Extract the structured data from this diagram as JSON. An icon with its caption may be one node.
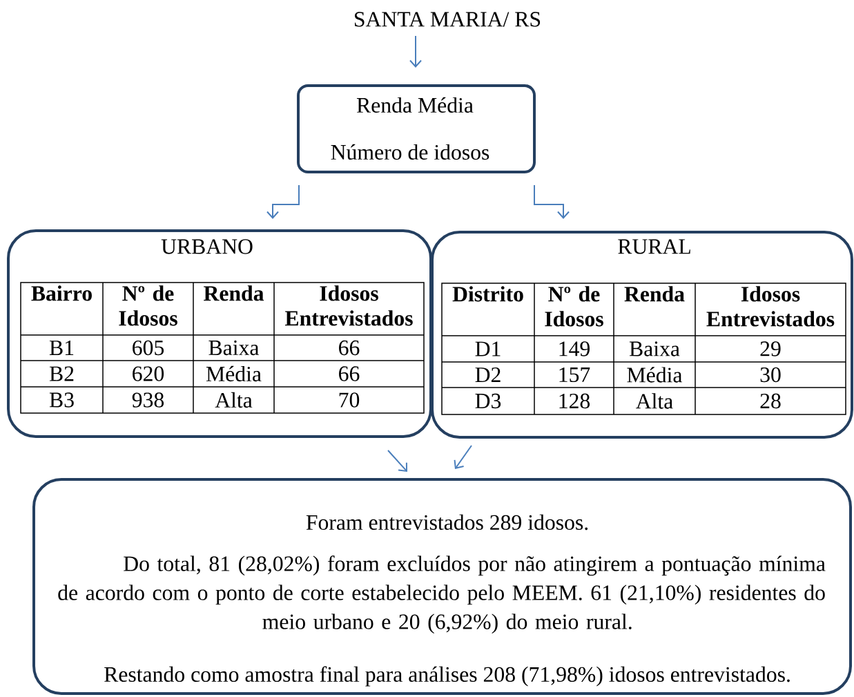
{
  "diagram": {
    "nodes": [
      {
        "text": [
          "SANTA MARIA/ RS"
        ]
      },
      {
        "text": [
          "Renda Média",
          "Número de idosos"
        ]
      },
      {
        "text": [
          "URBANO",
          "Bairro",
          "Nº de Idosos",
          "Renda",
          "Idosos Entrevistados",
          "B1",
          "605",
          "Baixa",
          "66",
          "B2",
          "620",
          "Média",
          "66",
          "B3",
          "938",
          "Alta",
          "70"
        ]
      },
      {
        "text": [
          "RURAL",
          "Distrito",
          "Nº de Idosos",
          "Renda",
          "Idosos Entrevistados",
          "D1",
          "149",
          "Baixa",
          "29",
          "D2",
          "157",
          "Média",
          "30",
          "D3",
          "128",
          "Alta",
          "28"
        ]
      },
      {
        "text": [
          "Foram entrevistados 289 idosos.",
          "Do total, 81 (28,02%) foram excluídos por não atingirem a pontuação mínima de acordo com o ponto de corte estabelecido pelo MEEM. 61 (21,10%) residentes do meio urbano e 20 (6,92%) do meio rural.",
          "Restando como amostra final para análises 208 (71,98%) idosos entrevistados."
        ]
      }
    ],
    "edges": [
      {
        "from": 0,
        "to": 1,
        "arrow": "to"
      },
      {
        "from": 1,
        "to": 2,
        "arrow": "to"
      },
      {
        "from": 1,
        "to": 3,
        "arrow": "to"
      },
      {
        "from": 2,
        "to": 4,
        "arrow": "to"
      },
      {
        "from": 3,
        "to": 4,
        "arrow": "to"
      }
    ]
  }
}
